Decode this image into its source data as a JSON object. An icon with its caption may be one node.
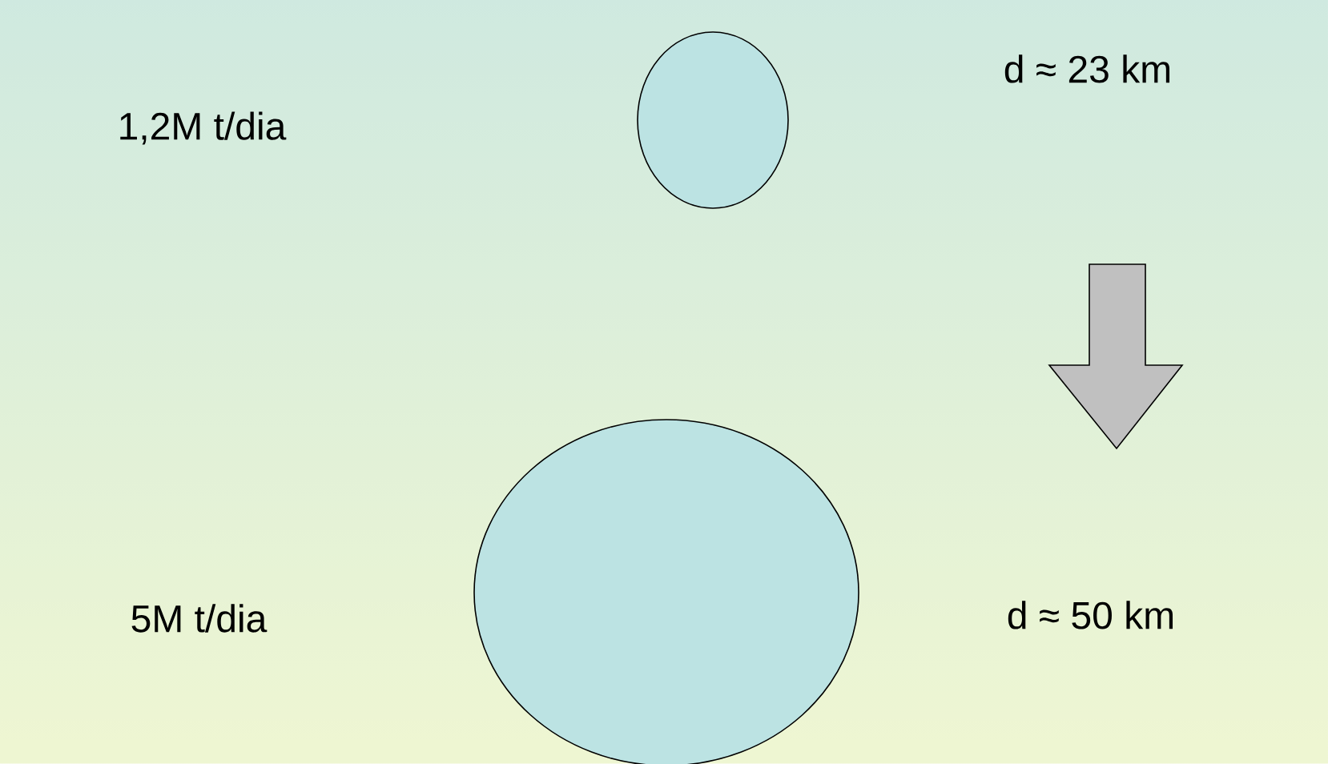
{
  "diagram": {
    "nodes": [
      {
        "text": [],
        "shape": "circle"
      },
      {
        "text": [],
        "shape": "circle"
      }
    ],
    "labels": [
      "d ≈ 23 km",
      "1,2M t/dia",
      "5M t/dia",
      "d ≈ 50 km"
    ]
  }
}
